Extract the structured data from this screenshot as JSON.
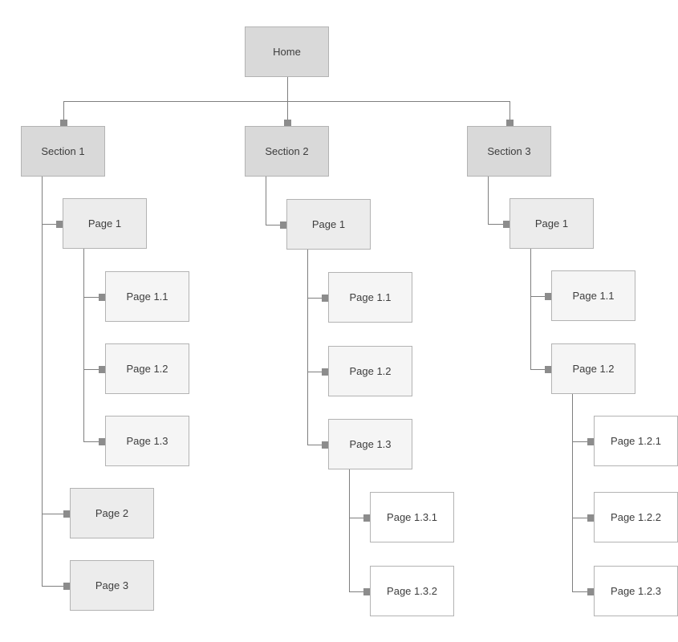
{
  "diagram": {
    "type": "sitemap",
    "colors": {
      "line": "#7f7f7f",
      "marker": "#8c8c8c",
      "border": "#b3b3b3",
      "text": "#3d3d3d"
    },
    "nodes": [
      {
        "id": "home",
        "label": "Home",
        "level": 0
      },
      {
        "id": "s1",
        "label": "Section 1",
        "level": 1,
        "parent": "home"
      },
      {
        "id": "s1p1",
        "label": "Page 1",
        "level": 2,
        "parent": "s1"
      },
      {
        "id": "s1p11",
        "label": "Page 1.1",
        "level": 3,
        "parent": "s1p1"
      },
      {
        "id": "s1p12",
        "label": "Page 1.2",
        "level": 3,
        "parent": "s1p1"
      },
      {
        "id": "s1p13",
        "label": "Page 1.3",
        "level": 3,
        "parent": "s1p1"
      },
      {
        "id": "s1p2",
        "label": "Page 2",
        "level": 2,
        "parent": "s1"
      },
      {
        "id": "s1p3",
        "label": "Page 3",
        "level": 2,
        "parent": "s1"
      },
      {
        "id": "s2",
        "label": "Section 2",
        "level": 1,
        "parent": "home"
      },
      {
        "id": "s2p1",
        "label": "Page 1",
        "level": 2,
        "parent": "s2"
      },
      {
        "id": "s2p11",
        "label": "Page 1.1",
        "level": 3,
        "parent": "s2p1"
      },
      {
        "id": "s2p12",
        "label": "Page 1.2",
        "level": 3,
        "parent": "s2p1"
      },
      {
        "id": "s2p13",
        "label": "Page 1.3",
        "level": 3,
        "parent": "s2p1"
      },
      {
        "id": "s2p131",
        "label": "Page 1.3.1",
        "level": 4,
        "parent": "s2p13"
      },
      {
        "id": "s2p132",
        "label": "Page 1.3.2",
        "level": 4,
        "parent": "s2p13"
      },
      {
        "id": "s3",
        "label": "Section 3",
        "level": 1,
        "parent": "home"
      },
      {
        "id": "s3p1",
        "label": "Page 1",
        "level": 2,
        "parent": "s3"
      },
      {
        "id": "s3p11",
        "label": "Page 1.1",
        "level": 3,
        "parent": "s3p1"
      },
      {
        "id": "s3p12",
        "label": "Page 1.2",
        "level": 3,
        "parent": "s3p1"
      },
      {
        "id": "s3p121",
        "label": "Page 1.2.1",
        "level": 4,
        "parent": "s3p12"
      },
      {
        "id": "s3p122",
        "label": "Page 1.2.2",
        "level": 4,
        "parent": "s3p12"
      },
      {
        "id": "s3p123",
        "label": "Page 1.2.3",
        "level": 4,
        "parent": "s3p12"
      }
    ]
  }
}
